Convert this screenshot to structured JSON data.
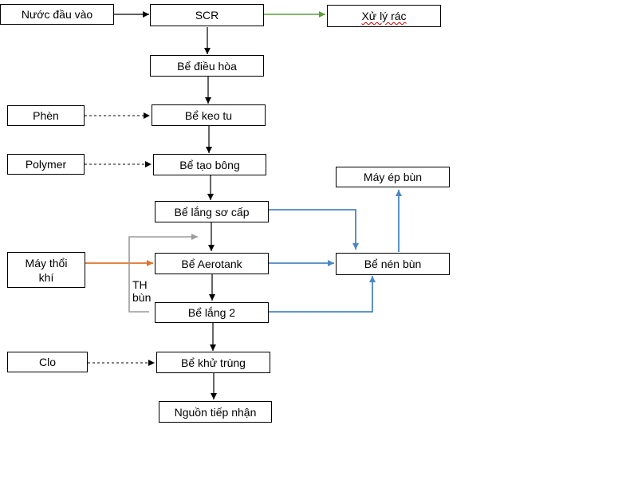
{
  "nodes": {
    "input_water": "Nước đầu vào",
    "scr": "SCR",
    "waste_treatment": "Xử lý rác",
    "equalization_tank": "Bể điều hòa",
    "alum": "Phèn",
    "coagulation_tank": "Bể keo tu",
    "polymer": "Polymer",
    "flocculation_tank": "Bể tạo bông",
    "primary_settling_tank": "Bể lắng sơ cấp",
    "sludge_press": "Máy ép bùn",
    "air_blower_line1": "Máy thổi",
    "air_blower_line2": "khí",
    "aerotank": "Bể Aerotank",
    "sludge_thickener": "Bể nén bùn",
    "secondary_settling_tank": "Bể lắng 2",
    "chlorine": "Clo",
    "disinfection_tank": "Bể khử trùng",
    "receiving_source": "Nguồn tiếp nhận"
  },
  "labels": {
    "return_sludge_line1": "TH",
    "return_sludge_line2": "bùn"
  },
  "colors": {
    "main_flow": "#000000",
    "waste_flow": "#5a9e3a",
    "air_flow": "#e0722a",
    "sludge_flow": "#4a86c5",
    "return_flow": "#9b9b9b",
    "chemical_dosing": "#000000"
  }
}
